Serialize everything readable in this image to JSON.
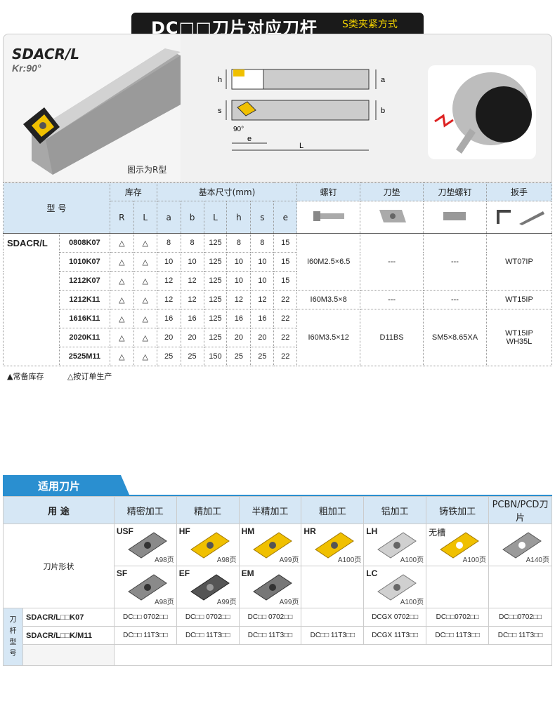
{
  "header": {
    "title": "DC□□刀片对应刀杆",
    "subtitle": "S类夹紧方式"
  },
  "panel": {
    "model": "SDACR/L",
    "kr": "Kr:90°",
    "caption": "图示为R型",
    "dims": {
      "h": "h",
      "s": "s",
      "a": "a",
      "b": "b",
      "e": "e",
      "L": "L",
      "angle": "90°"
    }
  },
  "table": {
    "headers": {
      "model": "型 号",
      "stock": "库存",
      "dims": "基本尺寸(mm)",
      "screw": "螺钉",
      "pad": "刀垫",
      "padscrew": "刀垫螺钉",
      "wrench": "扳手"
    },
    "sub": [
      "R",
      "L",
      "a",
      "b",
      "L",
      "h",
      "s",
      "e"
    ],
    "model": "SDACR/L",
    "rows": [
      {
        "code": "0808K07",
        "r": "△",
        "l": "△",
        "a": "8",
        "b": "8",
        "L": "125",
        "h": "8",
        "s": "8",
        "e": "15"
      },
      {
        "code": "1010K07",
        "r": "△",
        "l": "△",
        "a": "10",
        "b": "10",
        "L": "125",
        "h": "10",
        "s": "10",
        "e": "15"
      },
      {
        "code": "1212K07",
        "r": "△",
        "l": "△",
        "a": "12",
        "b": "12",
        "L": "125",
        "h": "10",
        "s": "10",
        "e": "15"
      },
      {
        "code": "1212K11",
        "r": "△",
        "l": "△",
        "a": "12",
        "b": "12",
        "L": "125",
        "h": "12",
        "s": "12",
        "e": "22"
      },
      {
        "code": "1616K11",
        "r": "△",
        "l": "△",
        "a": "16",
        "b": "16",
        "L": "125",
        "h": "16",
        "s": "16",
        "e": "22"
      },
      {
        "code": "2020K11",
        "r": "△",
        "l": "△",
        "a": "20",
        "b": "20",
        "L": "125",
        "h": "20",
        "s": "20",
        "e": "22"
      },
      {
        "code": "2525M11",
        "r": "△",
        "l": "△",
        "a": "25",
        "b": "25",
        "L": "150",
        "h": "25",
        "s": "25",
        "e": "22"
      }
    ],
    "groups": [
      {
        "screw": "I60M2.5×6.5",
        "pad": "---",
        "padscrew": "---",
        "wrench": "WT07IP"
      },
      {
        "screw": "I60M3.5×8",
        "pad": "---",
        "padscrew": "---",
        "wrench": "WT15IP"
      },
      {
        "screw": "I60M3.5×12",
        "pad": "D11BS",
        "padscrew": "SM5×8.65XA",
        "wrench": "WT15IP",
        "wrench2": "WH35L"
      }
    ]
  },
  "legend": {
    "stock": "▲常备库存",
    "order": "△按订单生产"
  },
  "inserts": {
    "section": "适用刀片",
    "use_label": "用 途",
    "shape_label": "刀片形状",
    "cols": [
      "精密加工",
      "精加工",
      "半精加工",
      "粗加工",
      "铝加工",
      "铸铁加工",
      "PCBN/PCD刀片"
    ],
    "row1": [
      {
        "code": "USF",
        "page": "A98页",
        "color": "#8a8a8a"
      },
      {
        "code": "HF",
        "page": "A98页",
        "color": "#f0c000"
      },
      {
        "code": "HM",
        "page": "A99页",
        "color": "#f0c000"
      },
      {
        "code": "HR",
        "page": "A100页",
        "color": "#f0c000"
      },
      {
        "code": "LH",
        "page": "A100页",
        "color": "#c8c8c8"
      },
      {
        "code": "无槽",
        "page": "A100页",
        "color": "#f0c000"
      },
      {
        "code": "",
        "page": "A140页",
        "color": "#9a9a9a"
      }
    ],
    "row2": [
      {
        "code": "SF",
        "page": "A98页",
        "color": "#8a8a8a"
      },
      {
        "code": "EF",
        "page": "A99页",
        "color": "#555555"
      },
      {
        "code": "EM",
        "page": "A99页",
        "color": "#777777"
      },
      {
        "code": "",
        "page": "",
        "color": ""
      },
      {
        "code": "LC",
        "page": "A100页",
        "color": "#c8c8c8"
      },
      {
        "code": "",
        "page": "",
        "color": ""
      },
      {
        "code": "",
        "page": "",
        "color": ""
      }
    ],
    "side": "刀杆型号",
    "codes": [
      {
        "name": "SDACR/L□□K07",
        "vals": [
          "DC□□ 0702□□",
          "DC□□ 0702□□",
          "DC□□ 0702□□",
          "",
          "DCGX 0702□□",
          "DC□□0702□□",
          "DC□□0702□□"
        ]
      },
      {
        "name": "SDACR/L□□K/M11",
        "vals": [
          "DC□□ 11T3□□",
          "DC□□ 11T3□□",
          "DC□□ 11T3□□",
          "DC□□ 11T3□□",
          "DCGX 11T3□□",
          "DC□□ 11T3□□",
          "DC□□ 11T3□□"
        ]
      }
    ]
  }
}
